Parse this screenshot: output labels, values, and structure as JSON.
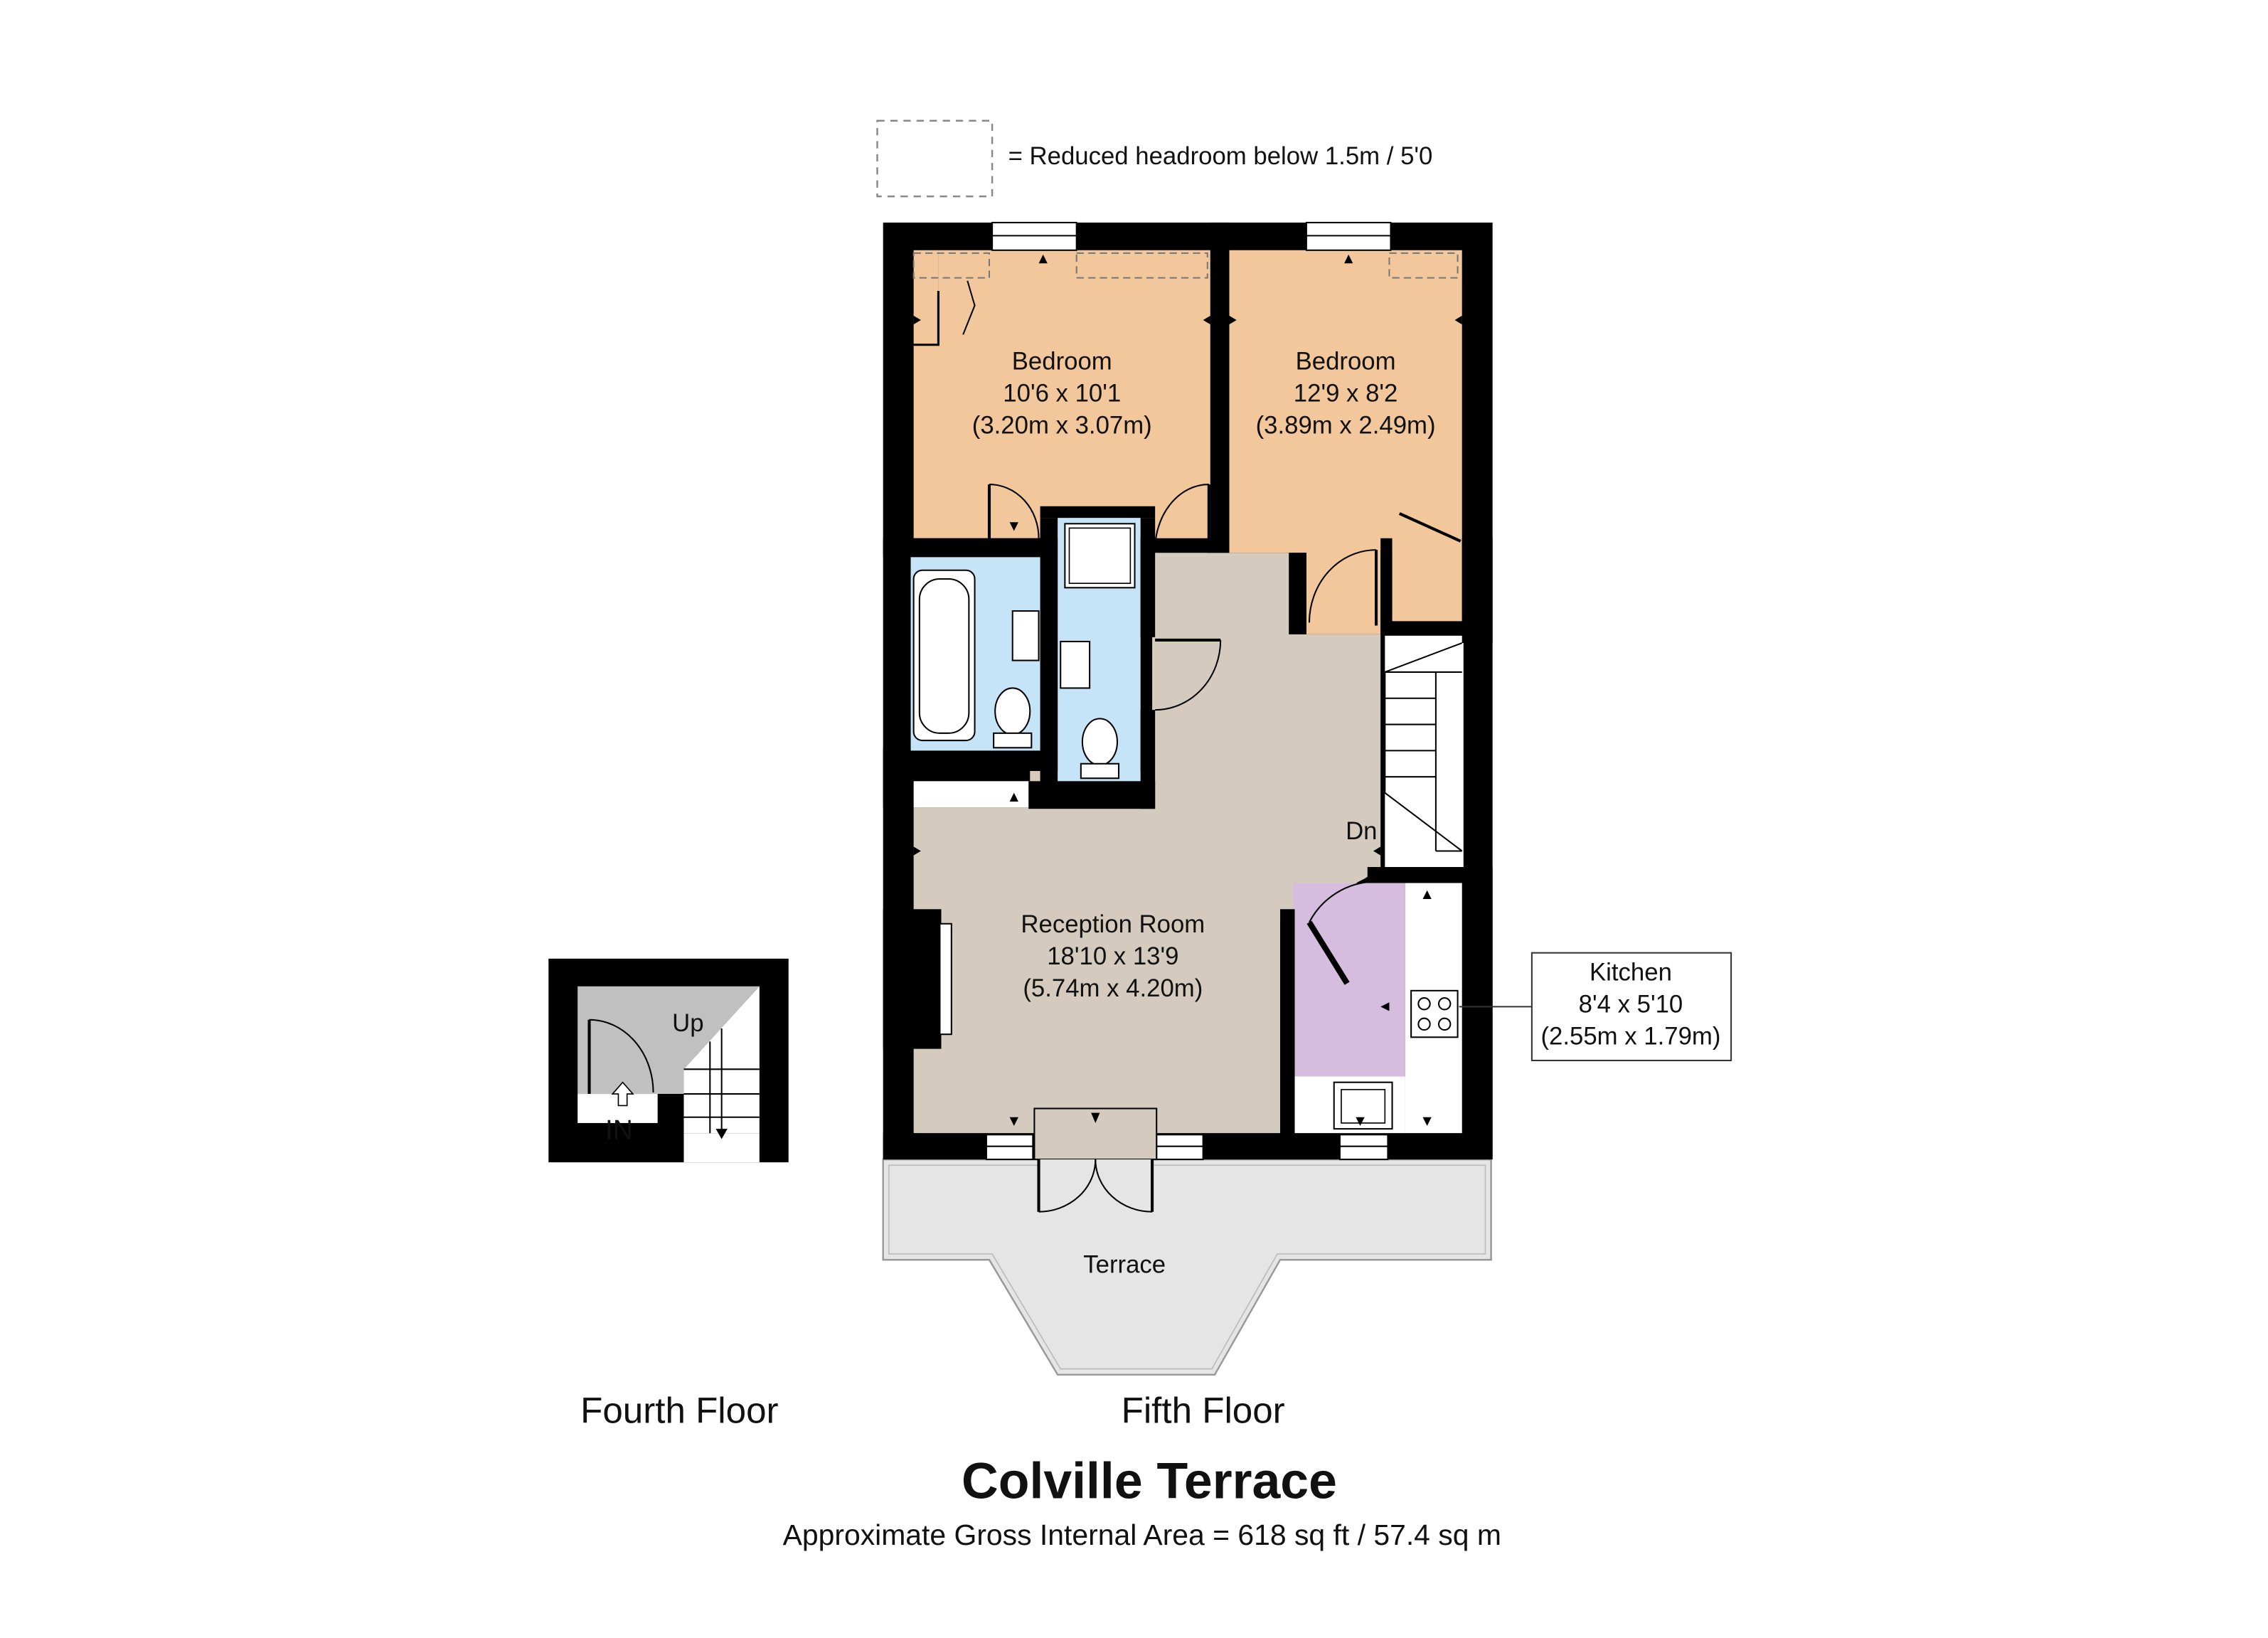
{
  "legend": {
    "text": "= Reduced headroom below 1.5m / 5'0"
  },
  "rooms": {
    "bedroom_1": {
      "name": "Bedroom",
      "size_imperial": "10'6 x 10'1",
      "size_metric": "(3.20m x 3.07m)"
    },
    "bedroom_2": {
      "name": "Bedroom",
      "size_imperial": "12'9 x 8'2",
      "size_metric": "(3.89m x 2.49m)"
    },
    "reception": {
      "name": "Reception Room",
      "size_imperial": "18'10 x 13'9",
      "size_metric": "(5.74m x 4.20m)"
    },
    "kitchen": {
      "name": "Kitchen",
      "size_imperial": "8'4 x 5'10",
      "size_metric": "(2.55m x 1.79m)"
    },
    "terrace": {
      "name": "Terrace"
    }
  },
  "stairs": {
    "down": "Dn",
    "up": "Up",
    "entrance": "IN"
  },
  "floors": {
    "fourth": "Fourth Floor",
    "fifth": "Fifth Floor"
  },
  "title": "Colville Terrace",
  "area": "Approximate Gross Internal Area = 618 sq ft / 57.4 sq m",
  "colors": {
    "wall": "#000000",
    "bedroom": "#F2C79B",
    "reception": "#D4CBBE",
    "bathroom": "#C6E4F7",
    "kitchen": "#D6BDE0",
    "terrace": "#E5E5E5",
    "entrance": "#C0C0C0"
  }
}
